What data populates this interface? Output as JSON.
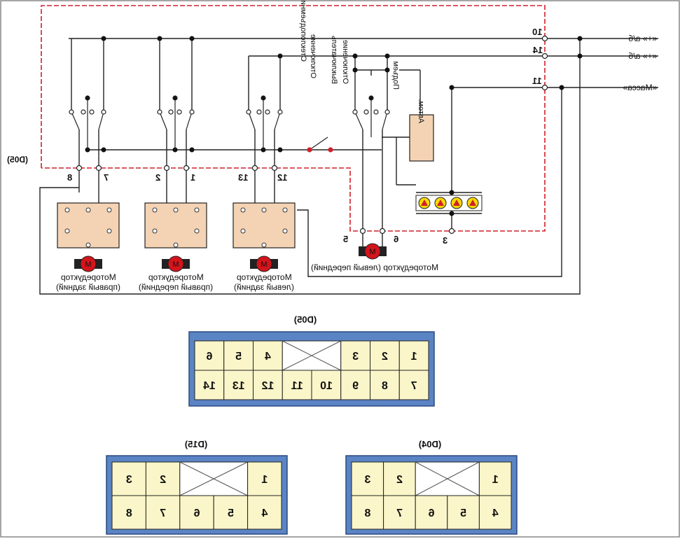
{
  "colors": {
    "wire": "#222222",
    "red_wire": "#d0202a",
    "module_fill": "#f4d3b5",
    "connector_border": "#5b84c4",
    "cell_fill": "#fbf6c9",
    "motor_red": "#d4141c",
    "bulb_yellow": "#f6d900"
  },
  "labels": {
    "supply_top": "«+» а/б",
    "supply_mid": "«+» а/б",
    "ground": "«Масса»",
    "connector_d05_side": "(D05)",
    "switch_trunk": "Стеклоподъемников",
    "switch_trunk_line2": "Отключение",
    "switch_shutdown": "Выключатель",
    "switch_shutdown_line2": "Отключение",
    "lift": "Подъем",
    "auto": "Автом.",
    "motor_front_left": "Моторедуктор (левый передний)",
    "motor_label_main": "Моторедуктор",
    "motor_rr_sub": "(правый задний)",
    "motor_rf_sub": "(правый передний)",
    "motor_lr_sub": "(левый задний)",
    "motor_letter": "M"
  },
  "pins": {
    "p10": "10",
    "p14": "14",
    "p11": "11",
    "p8": "8",
    "p7": "7",
    "p2": "2",
    "p1": "1",
    "p13": "13",
    "p12": "12",
    "p5": "5",
    "p6": "6",
    "p3": "3"
  },
  "connectors": {
    "d05": {
      "title": "(D05)",
      "top_row": [
        "6",
        "5",
        "4",
        "3",
        "2",
        "1"
      ],
      "bottom_row": [
        "14",
        "13",
        "12",
        "11",
        "10",
        "9",
        "8",
        "7"
      ]
    },
    "d15": {
      "title": "(D15)",
      "top_row": [
        "3",
        "2",
        "1"
      ],
      "bottom_row": [
        "8",
        "7",
        "6",
        "5",
        "4"
      ]
    },
    "d04": {
      "title": "(D04)",
      "top_row": [
        "3",
        "2",
        "1"
      ],
      "bottom_row": [
        "8",
        "7",
        "6",
        "5",
        "4"
      ]
    }
  }
}
